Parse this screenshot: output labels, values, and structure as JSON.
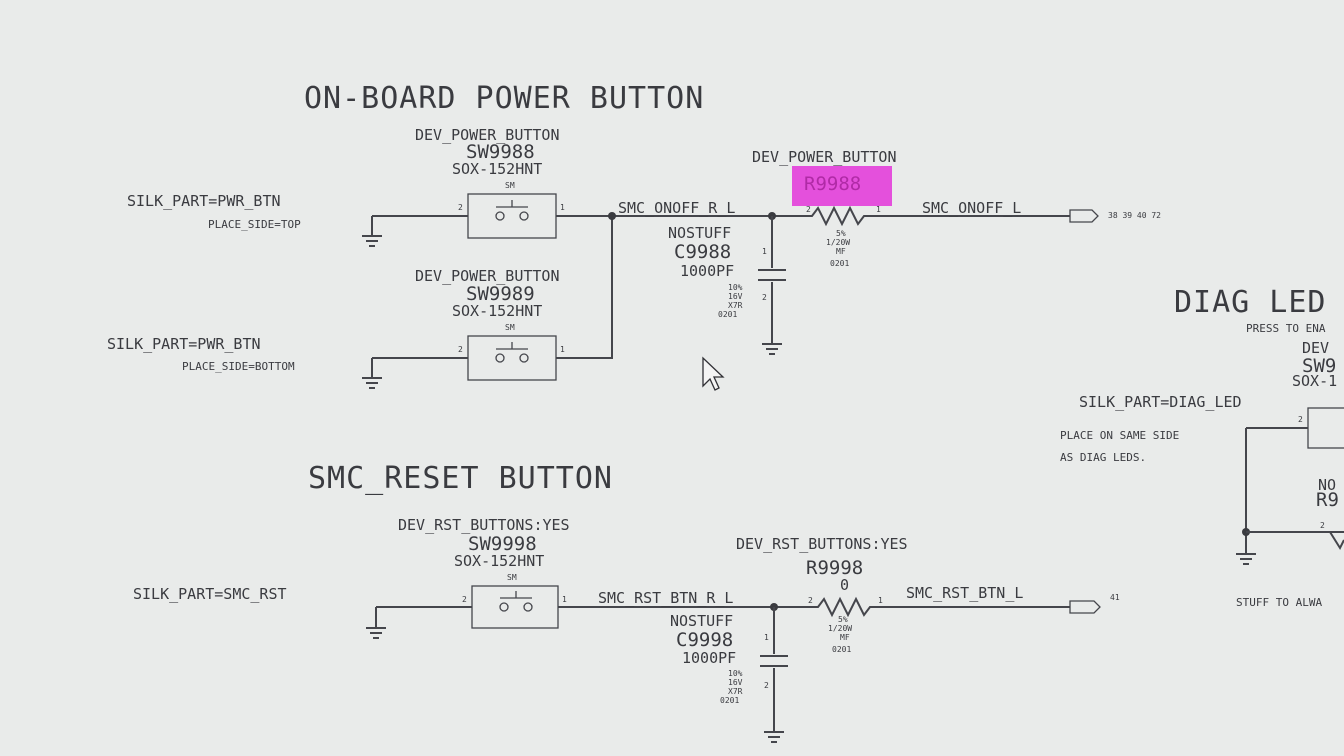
{
  "power_section": {
    "title": "ON-BOARD POWER BUTTON",
    "sw1": {
      "dev": "DEV_POWER_BUTTON",
      "ref": "SW9988",
      "part": "SOX-152HNT",
      "type": "SM",
      "pin_left": "2",
      "pin_right": "1",
      "silk": "SILK_PART=PWR_BTN",
      "side": "PLACE_SIDE=TOP"
    },
    "sw2": {
      "dev": "DEV_POWER_BUTTON",
      "ref": "SW9989",
      "part": "SOX-152HNT",
      "type": "SM",
      "pin_left": "2",
      "pin_right": "1",
      "silk": "SILK_PART=PWR_BTN",
      "side": "PLACE_SIDE=BOTTOM"
    },
    "net_r": "SMC_ONOFF_R_L",
    "cap": {
      "stuff": "NOSTUFF",
      "ref": "C9988",
      "value": "1000PF",
      "pin1": "1",
      "pin2": "2",
      "spec": [
        "10%",
        "16V",
        "X7R",
        "0201"
      ]
    },
    "res": {
      "dev": "DEV_POWER_BUTTON",
      "ref": "R9988",
      "pin_left": "2",
      "pin_right": "1",
      "spec": [
        "5%",
        "1/20W",
        "MF",
        "0201"
      ]
    },
    "net_out": "SMC_ONOFF_L",
    "out_tag": "OUT",
    "pages": "38 39 40 72"
  },
  "reset_section": {
    "title": "SMC_RESET BUTTON",
    "sw": {
      "dev": "DEV_RST_BUTTONS:YES",
      "ref": "SW9998",
      "part": "SOX-152HNT",
      "type": "SM",
      "pin_left": "2",
      "pin_right": "1",
      "silk": "SILK_PART=SMC_RST"
    },
    "net_r": "SMC_RST_BTN_R_L",
    "cap": {
      "stuff": "NOSTUFF",
      "ref": "C9998",
      "value": "1000PF",
      "pin1": "1",
      "pin2": "2",
      "spec": [
        "10%",
        "16V",
        "X7R",
        "0201"
      ]
    },
    "res": {
      "dev": "DEV_RST_BUTTONS:YES",
      "ref": "R9998",
      "value": "0",
      "pin_left": "2",
      "pin_right": "1",
      "spec": [
        "5%",
        "1/20W",
        "MF",
        "0201"
      ]
    },
    "net_out": "SMC_RST_BTN_L",
    "out_tag": "OUT",
    "pages": "41"
  },
  "diag_section": {
    "title": "DIAG LED",
    "press": "PRESS TO ENA",
    "dev": "DEV",
    "ref": "SW9",
    "part": "SOX-1",
    "silk": "SILK_PART=DIAG_LED",
    "note1": "PLACE ON SAME SIDE",
    "note2": "AS DIAG LEDS.",
    "pin": "2",
    "nostuff": "NO",
    "res_ref": "R9",
    "res_pin": "2",
    "stuff": "STUFF TO ALWA"
  },
  "colors": {
    "background": "#e9ebea",
    "ink": "#3a3b40",
    "highlight": "#e23ad9"
  }
}
